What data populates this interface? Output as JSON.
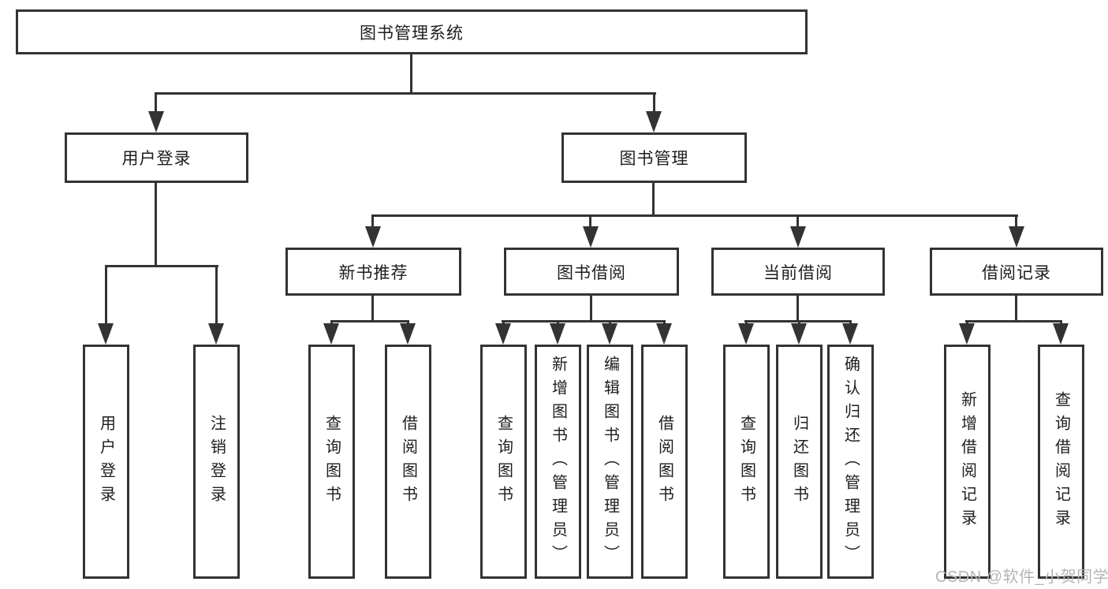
{
  "diagram_type": "org-hierarchy-tree",
  "nodes": {
    "root": {
      "label": "图书管理系统"
    },
    "level2": [
      {
        "label": "用户登录"
      },
      {
        "label": "图书管理"
      }
    ],
    "level3": [
      {
        "label": "新书推荐",
        "parent": "图书管理"
      },
      {
        "label": "图书借阅",
        "parent": "图书管理"
      },
      {
        "label": "当前借阅",
        "parent": "图书管理"
      },
      {
        "label": "借阅记录",
        "parent": "图书管理"
      }
    ],
    "leaves": [
      {
        "label": "用户登录",
        "parent": "用户登录"
      },
      {
        "label": "注销登录",
        "parent": "用户登录"
      },
      {
        "label": "查询图书",
        "parent": "新书推荐"
      },
      {
        "label": "借阅图书",
        "parent": "新书推荐"
      },
      {
        "label": "查询图书",
        "parent": "图书借阅"
      },
      {
        "label": "新增图书（管理员）",
        "parent": "图书借阅"
      },
      {
        "label": "编辑图书（管理员）",
        "parent": "图书借阅"
      },
      {
        "label": "借阅图书",
        "parent": "图书借阅"
      },
      {
        "label": "查询图书",
        "parent": "当前借阅"
      },
      {
        "label": "归还图书",
        "parent": "当前借阅"
      },
      {
        "label": "确认归还（管理员）",
        "parent": "当前借阅"
      },
      {
        "label": "新增借阅记录",
        "parent": "借阅记录"
      },
      {
        "label": "查询借阅记录",
        "parent": "借阅记录"
      }
    ]
  },
  "watermark": "CSDN @软件_小贺同学",
  "colors": {
    "line": "#333333",
    "box_background": "#ffffff",
    "text": "#1e1e1e",
    "watermark": "#b5b5b5",
    "page_background": "#ffffff"
  }
}
